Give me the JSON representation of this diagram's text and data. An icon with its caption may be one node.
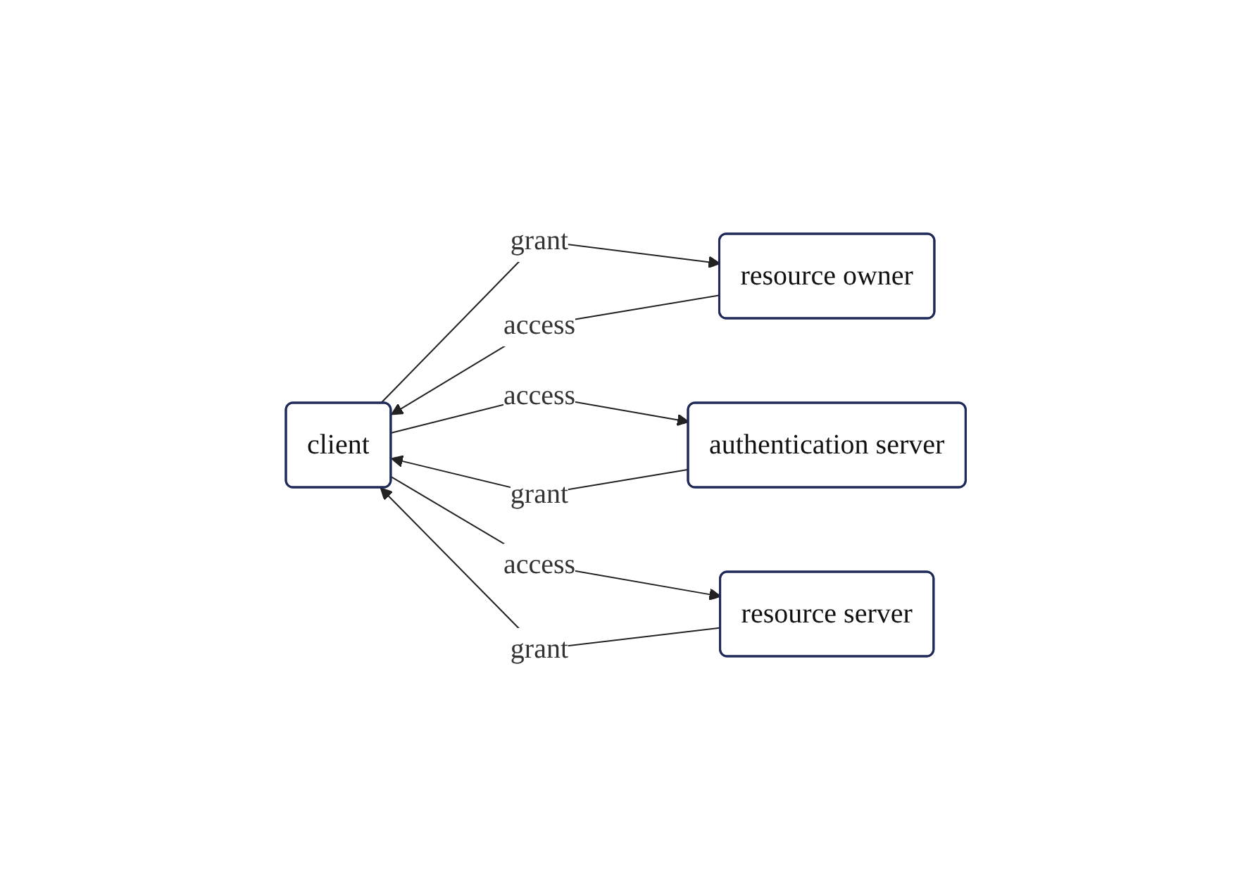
{
  "diagram": {
    "nodes": [
      {
        "text": [
          "client"
        ]
      },
      {
        "text": [
          "resource owner"
        ]
      },
      {
        "text": [
          "authentication server"
        ]
      },
      {
        "text": [
          "resource server"
        ]
      }
    ],
    "edges": [
      {
        "from": 1,
        "to": 0,
        "arrow": "to",
        "label": "access"
      },
      {
        "from": 0,
        "to": 1,
        "arrow": "to",
        "label": "grant"
      },
      {
        "from": 0,
        "to": 2,
        "arrow": "to",
        "label": "access"
      },
      {
        "from": 2,
        "to": 0,
        "arrow": "to",
        "label": "grant"
      },
      {
        "from": 0,
        "to": 3,
        "arrow": "to",
        "label": "access"
      },
      {
        "from": 3,
        "to": 0,
        "arrow": "to",
        "label": "grant"
      }
    ]
  }
}
